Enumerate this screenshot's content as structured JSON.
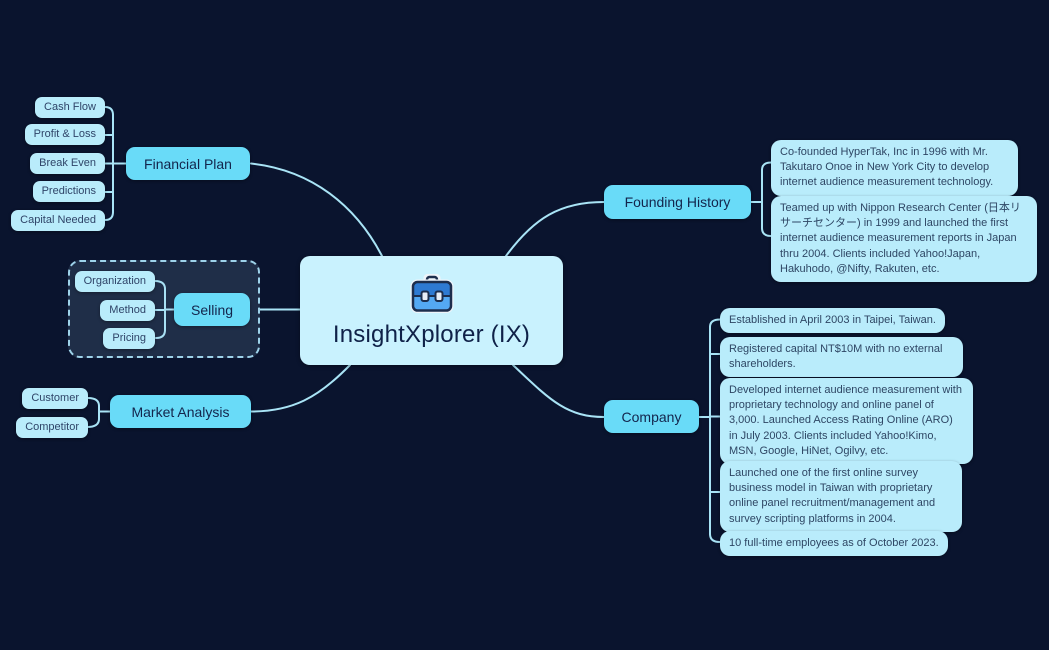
{
  "app": {
    "background": "#0a142e"
  },
  "colors": {
    "branch_node": "#69dbf8",
    "leaf_node": "#b9ecfb",
    "central_node": "#c9f2fe",
    "connector": "#a9e4f6",
    "text_dark": "#13254c"
  },
  "central": {
    "title": "InsightXplorer (IX)",
    "icon": "briefcase-icon"
  },
  "branches": [
    {
      "label": "Financial Plan",
      "children": [
        "Cash Flow",
        "Profit & Loss",
        "Break Even",
        "Predictions",
        "Capital Needed"
      ]
    },
    {
      "label": "Selling",
      "children": [
        "Organization",
        "Method",
        "Pricing"
      ]
    },
    {
      "label": "Market Analysis",
      "children": [
        "Customer",
        "Competitor"
      ]
    },
    {
      "label": "Founding History",
      "children": [
        "Co-founded HyperTak, Inc in 1996 with Mr. Takutaro Onoe in New York City to develop internet audience measurement technology.",
        "Teamed up with Nippon Research Center (日本リサーチセンター) in 1999 and launched the first internet audience measurement reports in Japan thru 2004.  Clients included Yahoo!Japan, Hakuhodo, @Nifty, Rakuten, etc."
      ]
    },
    {
      "label": "Company",
      "children": [
        "Established in April 2003 in Taipei, Taiwan.",
        "Registered capital NT$10M with no external shareholders.",
        "Developed internet audience measurement with proprietary technology and online panel of 3,000.  Launched Access Rating Online (ARO) in July 2003.  Clients included Yahoo!Kimo, MSN, Google, HiNet, Ogilvy, etc.",
        "Launched one of the first online survey business model in Taiwan with proprietary online panel recruitment/management and survey scripting platforms in 2004.",
        "10 full-time employees as of October 2023."
      ]
    }
  ]
}
